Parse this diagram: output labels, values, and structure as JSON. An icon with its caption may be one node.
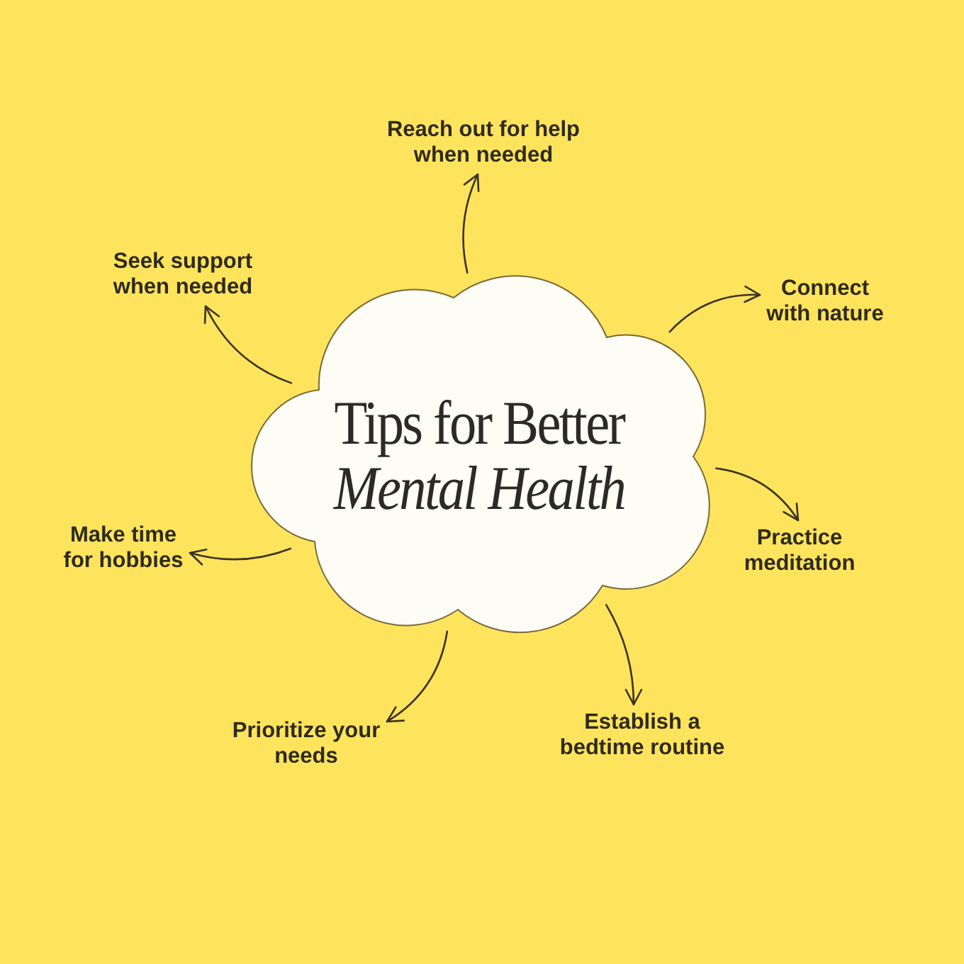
{
  "diagram": {
    "nodes": [
      {
        "text": [
          "Tips for Better *Mental Health*"
        ]
      },
      {
        "text": [
          "Reach out for help when needed"
        ]
      },
      {
        "text": [
          "Connect with nature"
        ]
      },
      {
        "text": [
          "Practice meditation"
        ]
      },
      {
        "text": [
          "Establish a bedtime routine"
        ]
      },
      {
        "text": [
          "Prioritize your needs"
        ]
      },
      {
        "text": [
          "Make time for hobbies"
        ]
      },
      {
        "text": [
          "Seek support when needed"
        ]
      }
    ],
    "edges": [
      {
        "from": 0,
        "to": 1,
        "arrow": "to"
      },
      {
        "from": 0,
        "to": 2,
        "arrow": "to"
      },
      {
        "from": 0,
        "to": 3,
        "arrow": "to"
      },
      {
        "from": 0,
        "to": 4,
        "arrow": "to"
      },
      {
        "from": 0,
        "to": 5,
        "arrow": "to"
      },
      {
        "from": 0,
        "to": 6,
        "arrow": "to"
      },
      {
        "from": 0,
        "to": 7,
        "arrow": "to"
      }
    ]
  }
}
